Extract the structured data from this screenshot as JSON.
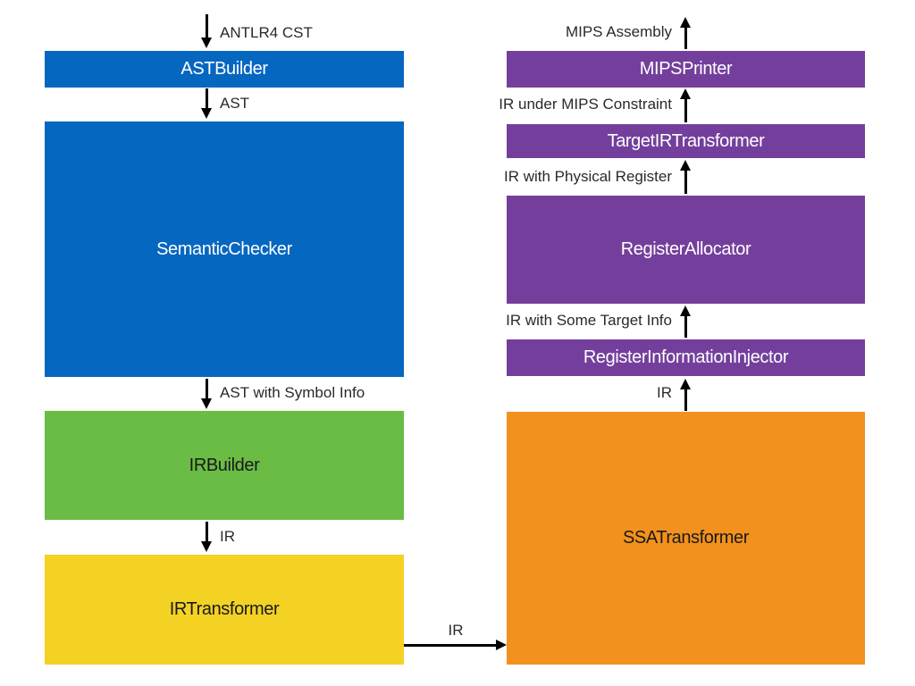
{
  "colors": {
    "blue": "#0667c1",
    "green": "#6abc45",
    "yellow": "#f3d224",
    "orange": "#f2911d",
    "purple": "#743f9c",
    "arrow": "#000000",
    "edge_label_text": "#2a2a2a",
    "box_text_light": "#ffffff",
    "box_text_dark": "#1a1a1a",
    "background": "#ffffff"
  },
  "nodes": {
    "ast_builder": {
      "label": "ASTBuilder",
      "bg": "#0667c1",
      "fg": "#ffffff"
    },
    "semantic_checker": {
      "label": "SemanticChecker",
      "bg": "#0667c1",
      "fg": "#ffffff"
    },
    "ir_builder": {
      "label": "IRBuilder",
      "bg": "#6abc45",
      "fg": "#1a1a1a"
    },
    "ir_transformer": {
      "label": "IRTransformer",
      "bg": "#f3d224",
      "fg": "#1a1a1a"
    },
    "ssa_transformer": {
      "label": "SSATransformer",
      "bg": "#f2911d",
      "fg": "#1a1a1a"
    },
    "register_information_injector": {
      "label": "RegisterInformationInjector",
      "bg": "#743f9c",
      "fg": "#ffffff"
    },
    "register_allocator": {
      "label": "RegisterAllocator",
      "bg": "#743f9c",
      "fg": "#ffffff"
    },
    "target_ir_transformer": {
      "label": "TargetIRTransformer",
      "bg": "#743f9c",
      "fg": "#ffffff"
    },
    "mips_printer": {
      "label": "MIPSPrinter",
      "bg": "#743f9c",
      "fg": "#ffffff"
    }
  },
  "edges": {
    "antlr4_cst": {
      "label": "ANTLR4 CST"
    },
    "ast": {
      "label": "AST"
    },
    "ast_with_symbol_info": {
      "label": "AST with Symbol Info"
    },
    "ir_builder_out": {
      "label": "IR"
    },
    "ir_transformer_out": {
      "label": "IR"
    },
    "ir_ssa_out": {
      "label": "IR"
    },
    "ir_with_some_target_info": {
      "label": "IR with Some Target Info"
    },
    "ir_with_physical_register": {
      "label": "IR with Physical Register"
    },
    "ir_under_mips_constraint": {
      "label": "IR under MIPS Constraint"
    },
    "mips_assembly": {
      "label": "MIPS Assembly"
    }
  }
}
